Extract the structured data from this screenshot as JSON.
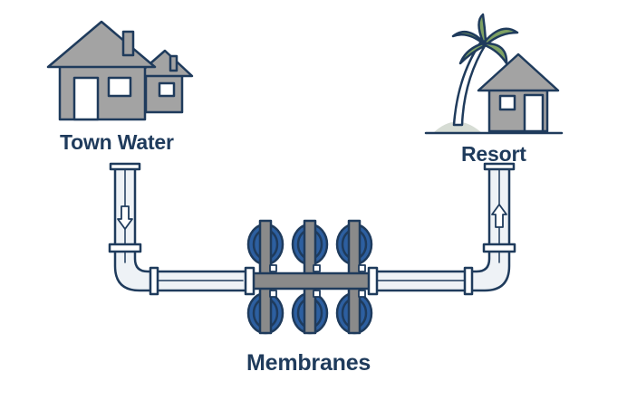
{
  "labels": {
    "town_water": "Town Water",
    "resort": "Resort",
    "membranes": "Membranes"
  },
  "icons": {
    "houses": "town-houses-icon",
    "resort": "resort-house-with-palm-icon",
    "flow_down": "flow-down-arrow-icon",
    "flow_up": "flow-up-arrow-icon",
    "membrane": "membrane-vessel-icon"
  },
  "colors": {
    "outline": "#1f3b5c",
    "building_fill": "#a3a3a3",
    "window_fill": "#ffffff",
    "pipe_fill": "#eef2f6",
    "membrane_blue": "#2d5fa0",
    "frame_gray": "#8a8a8a",
    "palm_green": "#7ea163",
    "sand": "#d6dcd4",
    "label_text": "#1f3b5c"
  },
  "membrane_units": 6
}
